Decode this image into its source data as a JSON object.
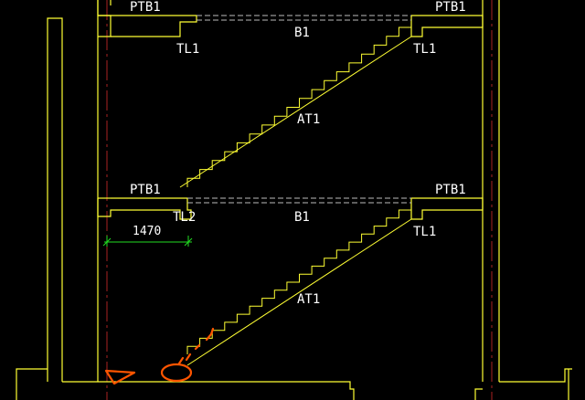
{
  "drawing": {
    "labels": {
      "ptb_top_left": "PTB1",
      "ptb_top_right": "PTB1",
      "b_top": "B1",
      "tl_top_left": "TL1",
      "tl_top_right": "TL1",
      "at_upper": "AT1",
      "ptb_mid_left": "PTB1",
      "ptb_mid_right": "PTB1",
      "tl_mid_left": "TL2",
      "b_mid": "B1",
      "tl_mid_right": "TL1",
      "at_lower": "AT1"
    },
    "dimension": {
      "value": "1470"
    }
  },
  "colors": {
    "background": "#000000",
    "structure": "#ffff33",
    "text": "#ffffff",
    "axis": "#aa2222",
    "dimension": "#22dd22",
    "beam_hidden": "#bbbbbb",
    "markup": "#ff5500"
  }
}
